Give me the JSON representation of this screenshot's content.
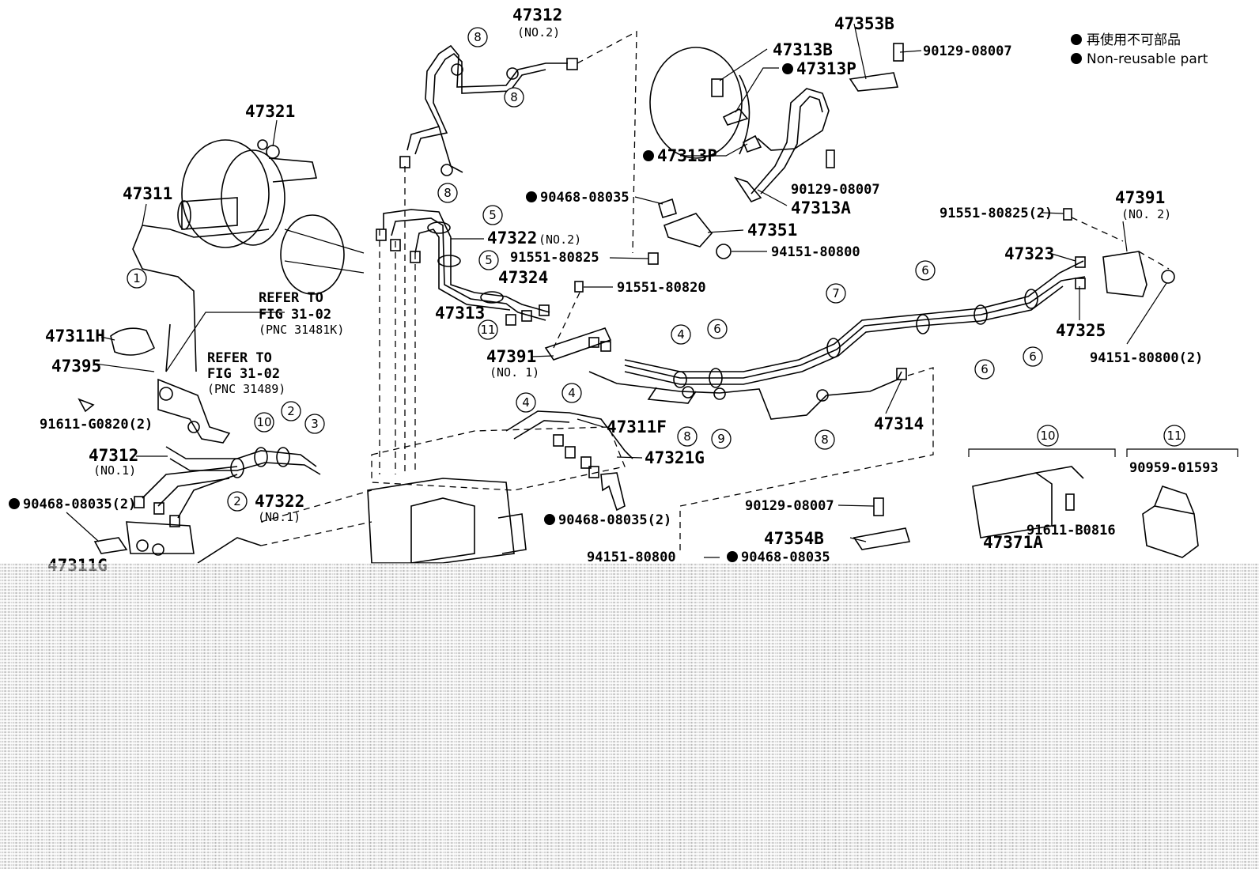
{
  "legend": {
    "jp": "再使用不可部品",
    "en": "Non-reusable part"
  },
  "parts": {
    "p47312_no2": "47312",
    "p47312_no2_sub": "(NO.2)",
    "p47353B": "47353B",
    "p90129_08007_top": "90129-08007",
    "p47313B": "47313B",
    "p47313P_a": "47313P",
    "p47313P_b": "47313P",
    "p47321": "47321",
    "p47311": "47311",
    "p90468_08035_a": "90468-08035",
    "p90129_08007_mid": "90129-08007",
    "p47313A": "47313A",
    "p47351": "47351",
    "p94151_80800_a": "94151-80800",
    "p47322_no2": "47322",
    "p47322_no2_sub": "(NO.2)",
    "p91551_80825_a": "91551-80825",
    "p47324": "47324",
    "p47313": "47313",
    "p91551_80820": "91551-80820",
    "p91551_80825_2": "91551-80825(2)",
    "p47391_no2": "47391",
    "p47391_no2_sub": "(NO. 2)",
    "p47323": "47323",
    "p47325": "47325",
    "p94151_80800_2": "94151-80800(2)",
    "refer1_a": "REFER TO",
    "refer1_b": "FIG 31-02",
    "refer1_c": "(PNC 31481K)",
    "p47311H": "47311H",
    "p47395": "47395",
    "refer2_a": "REFER TO",
    "refer2_b": "FIG 31-02",
    "refer2_c": "(PNC 31489)",
    "p91611_G0820": "91611-G0820(2)",
    "p47312_no1": "47312",
    "p47312_no1_sub": "(NO.1)",
    "p47322_no1": "47322",
    "p47322_no1_sub": "(NO.1)",
    "p90468_08035_2a": "90468-08035(2)",
    "p47391_no1": "47391",
    "p47391_no1_sub": "(NO. 1)",
    "p47311F": "47311F",
    "p47321G": "47321G",
    "p90468_08035_2b": "90468-08035(2)",
    "p47314": "47314",
    "p90129_08007_low": "90129-08007",
    "p47354B": "47354B",
    "p94151_80800_low": "94151-80800",
    "p90468_08035_low": "90468-08035",
    "p47311G": "47311G",
    "p90959_01593": "90959-01593",
    "p91611_B0816": "91611-B0816",
    "p47371A": "47371A"
  },
  "callouts": {
    "c1": "1",
    "c2": "2",
    "c3": "3",
    "c4": "4",
    "c5": "5",
    "c6": "6",
    "c7": "7",
    "c8": "8",
    "c9": "9",
    "c10": "10",
    "c11": "11"
  }
}
